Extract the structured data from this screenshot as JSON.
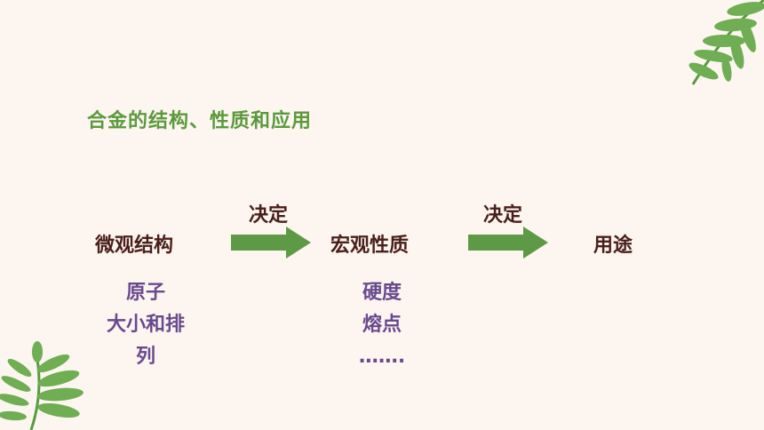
{
  "title": "合金的结构、性质和应用",
  "flow": {
    "node1": "微观结构",
    "arrow1": "决定",
    "node2": "宏观性质",
    "arrow2": "决定",
    "node3": "用途"
  },
  "details": {
    "micro": [
      "原子",
      "大小和排",
      "列"
    ],
    "macro": [
      "硬度",
      "熔点",
      "……."
    ]
  },
  "colors": {
    "background": "#fcf5f0",
    "title": "#5b9a3c",
    "arrow": "#5e9a45",
    "node_text": "#4a1f1a",
    "detail_text": "#6a4a8e",
    "leaf": "#6fae52"
  }
}
